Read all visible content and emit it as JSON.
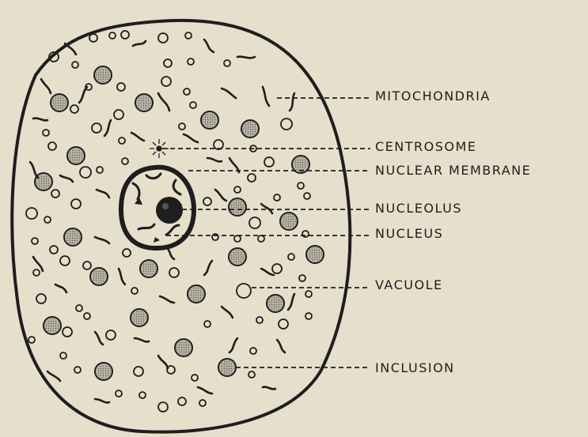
{
  "colors": {
    "background": "#e6dfcc",
    "ink": "#1e1e1e",
    "inclusion_fill": "#b9b3a3"
  },
  "labels": [
    {
      "text": "MITOCHONDRIA"
    },
    {
      "text": "CENTROSOME"
    },
    {
      "text": "NUCLEAR MEMBRANE"
    },
    {
      "text": "NUCLEOLUS"
    },
    {
      "text": "NUCLEUS"
    },
    {
      "text": "VACUOLE"
    },
    {
      "text": "INCLUSION"
    }
  ]
}
